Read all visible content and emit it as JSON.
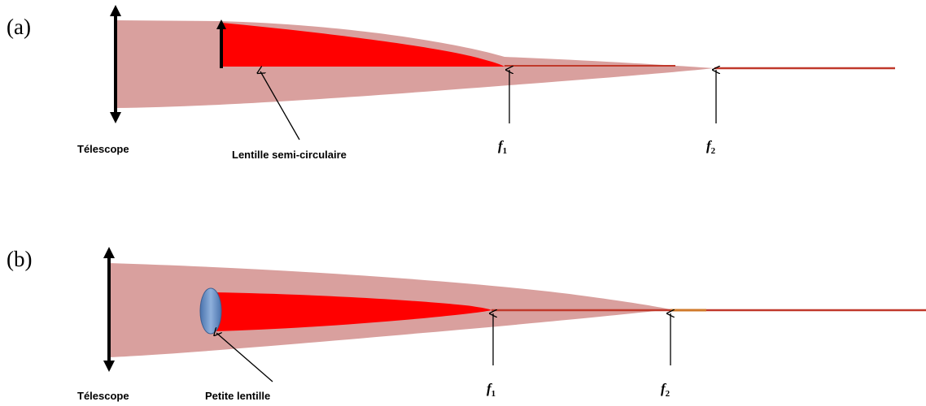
{
  "panels": [
    {
      "label": "(a)",
      "telescope_label": "Télescope",
      "lens_label": "Lentille semi-circulaire",
      "focus_1": {
        "letter": "f",
        "sub": "1"
      },
      "focus_2": {
        "letter": "f",
        "sub": "2"
      }
    },
    {
      "label": "(b)",
      "telescope_label": "Télescope",
      "lens_label": "Petite lentille",
      "focus_1": {
        "letter": "f",
        "sub": "1"
      },
      "focus_2": {
        "letter": "f",
        "sub": "2"
      }
    }
  ],
  "colors": {
    "outer_beam": "#d9a09e",
    "inner_beam": "#ff0000",
    "focal_line": "#c0392b",
    "small_lens": "#6f95c8",
    "telescope": "#000000"
  }
}
